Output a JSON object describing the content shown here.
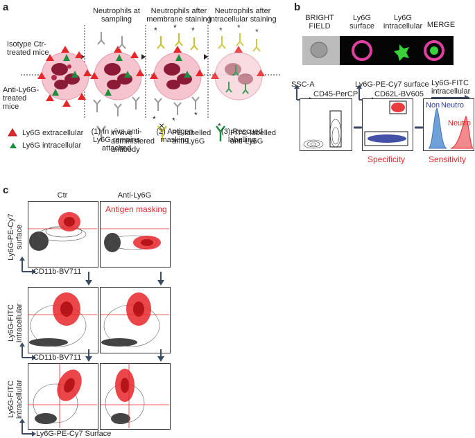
{
  "panel_a": {
    "letter": "a",
    "col_headers": [
      "Neutrophils at sampling",
      "Neutrophils after membrane staining",
      "Neutrophils after intracellular staining"
    ],
    "row_labels": [
      "Isotype Ctr-treated mice",
      "Anti-Ly6G-treated mice"
    ],
    "steps": [
      "(1) In vivo anti-Ly6G remains attached",
      "(2) Antigen masking",
      "(3) Rescued labelling"
    ],
    "legend": {
      "ly6g_extra": "Ly6G extracellular",
      "ly6g_intra": "Ly6G intracellular",
      "in_vivo_ab": "in vivo administered antibody",
      "pe_ab": "PE-labelled anti-Ly6G",
      "fitc_ab": "FITC-labelled anti-Ly6G"
    }
  },
  "panel_b": {
    "letter": "b",
    "image_headers": [
      "BRIGHT FIELD",
      "Ly6G surface",
      "Ly6G intracellular",
      "MERGE"
    ],
    "plot1": {
      "y_label": "SSC-A",
      "x_label": "CD45-PerCP"
    },
    "plot2": {
      "y_label": "Ly6G-PE-Cy7 surface",
      "x_label": "CD62L-BV605",
      "caption": "Specificity"
    },
    "plot3": {
      "title": "Ly6G-FITC intracellular",
      "legend_non": "Non",
      "legend_neutro_blue": "Neutro",
      "legend_neutro_red": "Neutro",
      "caption": "Sensitivity"
    }
  },
  "panel_c": {
    "letter": "c",
    "col_headers": [
      "Ctr",
      "Anti-Ly6G"
    ],
    "antigen_masking": "Antigen masking",
    "rows": [
      {
        "y_label": "Ly6G-PE-Cy7 surface",
        "x_label": "CD11b-BV711"
      },
      {
        "y_label": "Ly6G-FITC intracellular",
        "x_label": "CD11b-BV711"
      },
      {
        "y_label": "Ly6G-FITC intracellular",
        "x_label": "Ly6G-PE-Cy7 Surface"
      }
    ]
  },
  "colors": {
    "red": "#e8262a",
    "green": "#1a8f3c",
    "blue": "#2f3e9c",
    "arrow": "#3d4c66"
  }
}
